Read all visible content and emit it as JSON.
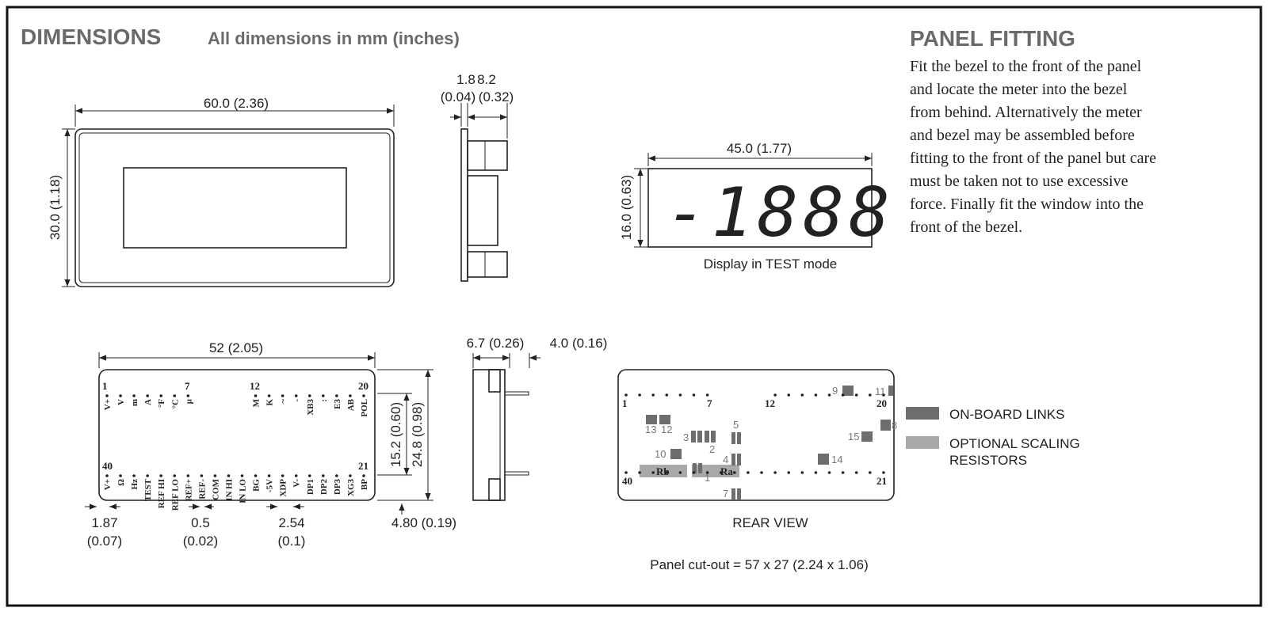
{
  "header": {
    "title": "DIMENSIONS",
    "subtitle": "All dimensions in mm (inches)"
  },
  "panel_fitting": {
    "title": "PANEL FITTING",
    "lines": [
      "Fit the bezel to the front of the panel",
      "and locate  the meter into the bezel",
      "from behind.  Alternatively the meter",
      "and bezel may be assembled before",
      "fitting to the front of the panel but care",
      "must be taken not to use excessive",
      "force.  Finally fit the window into the",
      "front of the bezel."
    ]
  },
  "front_view": {
    "width_dim": "60.0  (2.36)",
    "height_dim": "30.0  (1.18)"
  },
  "side_view": {
    "dim_a": "1.8",
    "dim_b": "8.2",
    "dim_a_in": "(0.04)",
    "dim_b_in": "(0.32)"
  },
  "display": {
    "width_dim": "45.0  (1.77)",
    "height_dim": "16.0  (0.63)",
    "reading": "-1888",
    "caption": "Display  in  TEST  mode"
  },
  "pin_view": {
    "width_dim": "52  (2.05)",
    "dim_15": "15.2  (0.60)",
    "dim_24": "24.8  (0.98)",
    "pin_numbers": {
      "p1": "1",
      "p7": "7",
      "p12": "12",
      "p20": "20",
      "p40": "40",
      "p21": "21"
    },
    "top_pins_1_7": [
      "V+",
      "V",
      "m",
      "A",
      "°F",
      "°C",
      "µ"
    ],
    "top_pins_12_20": [
      "M",
      "K",
      "~",
      "-",
      "XB3",
      ":",
      "E3",
      "AB",
      "POL"
    ],
    "bottom_pins_40_21": [
      "V+",
      "Ω",
      "Hz",
      "TEST",
      "REF HI",
      "REF LO",
      "REF+",
      "REF-",
      "COM",
      "IN HI",
      "IN LO",
      "BG",
      "-5V",
      "XDP",
      "V-",
      "DP1",
      "DP2",
      "DP3",
      "XG3",
      "BP"
    ],
    "dim_187": "1.87",
    "dim_187_in": "(0.07)",
    "dim_05": "0.5",
    "dim_05_in": "(0.02)",
    "dim_254": "2.54",
    "dim_254_in": "(0.1)",
    "dim_480": "4.80  (0.19)"
  },
  "side_view_2": {
    "dim_a": "6.7  (0.26)",
    "dim_b": "4.0  (0.16)"
  },
  "rear_view": {
    "caption": "REAR  VIEW",
    "pin_numbers": {
      "p1": "1",
      "p7": "7",
      "p12": "12",
      "p20": "20",
      "p40": "40",
      "p21": "21"
    },
    "links": {
      "l1": "1",
      "l2": "2",
      "l3": "3",
      "l4": "4",
      "l5": "5",
      "l7": "7",
      "l8": "8",
      "l9": "9",
      "l10": "10",
      "l11": "11",
      "l12": "12",
      "l13": "13",
      "l14": "14",
      "l15": "15"
    },
    "resistors": {
      "rb": "Rb",
      "ra": "Ra"
    },
    "cutout": "Panel cut-out = 57 x 27 (2.24 x 1.06)"
  },
  "legend": {
    "onboard": "ON-BOARD  LINKS",
    "optional_1": "OPTIONAL  SCALING",
    "optional_2": "RESISTORS",
    "onboard_color": "#6e6e6e",
    "optional_color": "#a9a9a9"
  }
}
